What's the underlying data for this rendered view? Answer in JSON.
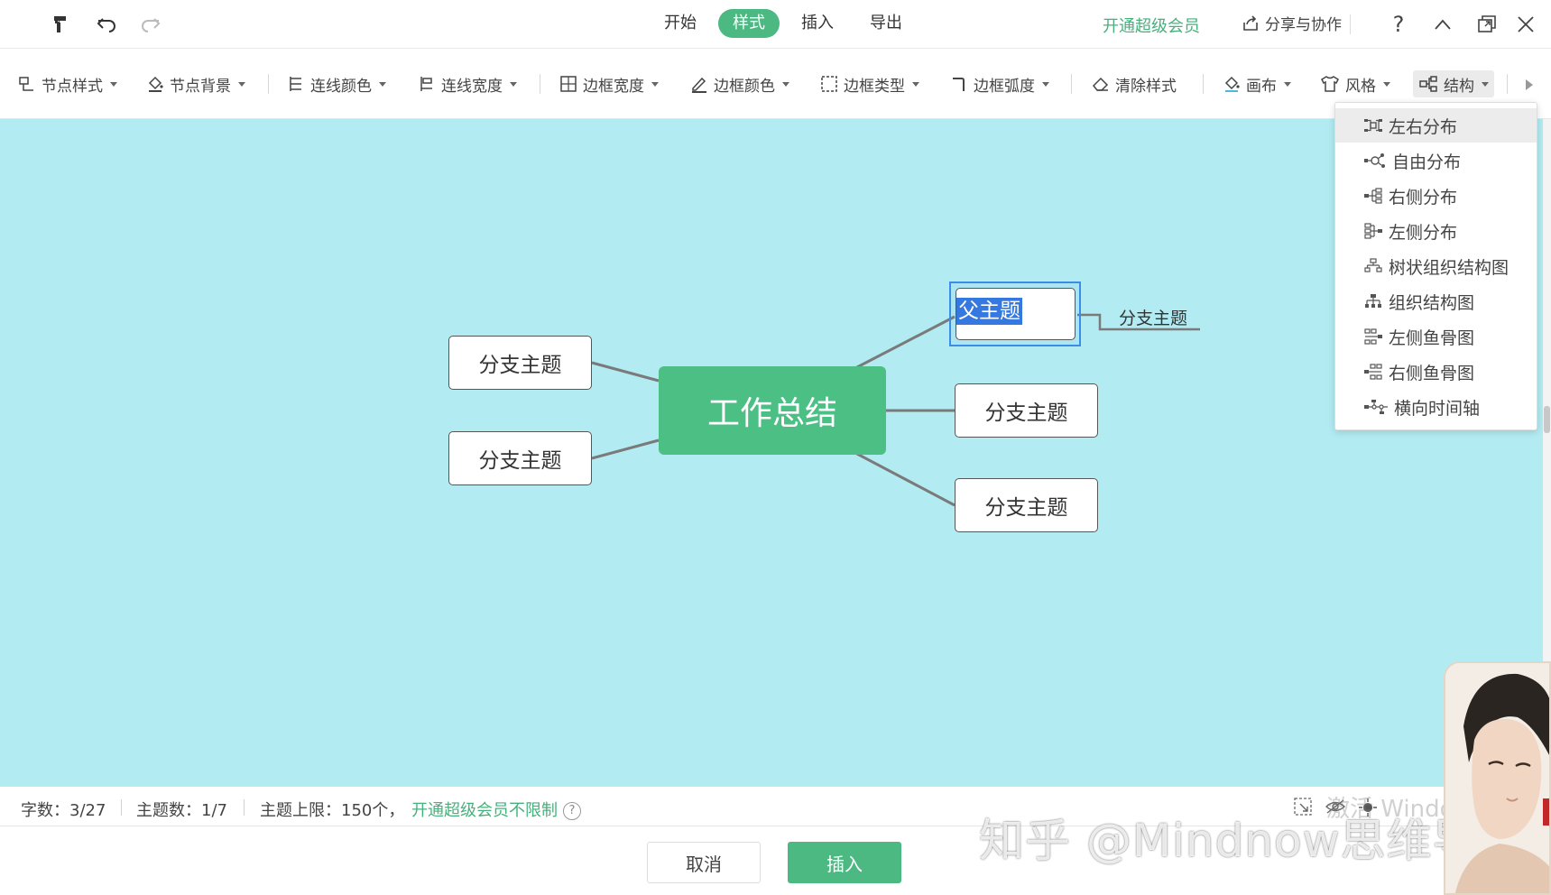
{
  "topbar": {
    "tabs": [
      {
        "label": "开始",
        "active": false
      },
      {
        "label": "样式",
        "active": true
      },
      {
        "label": "插入",
        "active": false
      },
      {
        "label": "导出",
        "active": false
      }
    ],
    "vip_label": "开通超级会员",
    "share_label": "分享与协作",
    "help_label": "?"
  },
  "toolbar": {
    "node_style": "节点样式",
    "node_bg": "节点背景",
    "line_color": "连线颜色",
    "line_width": "连线宽度",
    "border_width": "边框宽度",
    "border_color": "边框颜色",
    "border_type": "边框类型",
    "border_radius": "边框弧度",
    "clear_style": "清除样式",
    "canvas": "画布",
    "theme": "风格",
    "structure": "结构"
  },
  "mindmap": {
    "root": "工作总结",
    "left_branches": [
      "分支主题",
      "分支主题"
    ],
    "right_branches": [
      "分支主题",
      "分支主题"
    ],
    "selected_node": "父主题",
    "sub_branch": "分支主题"
  },
  "structure_menu": {
    "items": [
      {
        "label": "左右分布",
        "highlighted": true
      },
      {
        "label": "自由分布",
        "highlighted": false
      },
      {
        "label": "右侧分布",
        "highlighted": false
      },
      {
        "label": "左侧分布",
        "highlighted": false
      },
      {
        "label": "树状组织结构图",
        "highlighted": false
      },
      {
        "label": "组织结构图",
        "highlighted": false
      },
      {
        "label": "左侧鱼骨图",
        "highlighted": false
      },
      {
        "label": "右侧鱼骨图",
        "highlighted": false
      },
      {
        "label": "横向时间轴",
        "highlighted": false
      }
    ]
  },
  "status": {
    "word_count": "字数：3/27",
    "topic_count": "主题数：1/7",
    "topic_limit": "主题上限：150个，",
    "vip_unlimited": "开通超级会员不限制"
  },
  "footer": {
    "cancel_label": "取消",
    "insert_label": "插入"
  },
  "watermark": {
    "text": "知乎 @Mindnow思维导图",
    "ghost": "激活 Windo"
  },
  "colors": {
    "accent_green": "#4cb882",
    "root_green": "#4cbf85",
    "canvas_bg": "#b2ebf2",
    "selection_blue": "#3478e0"
  }
}
